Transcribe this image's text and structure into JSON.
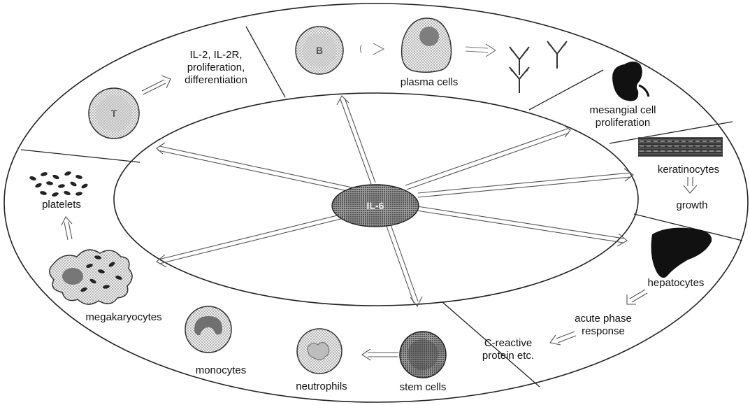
{
  "center": {
    "label": "IL-6"
  },
  "cells": {
    "t_cell": "T",
    "b_cell": "B"
  },
  "labels": {
    "t_cell_effects": [
      "IL-2, IL-2R,",
      "proliferation,",
      "differentiation"
    ],
    "plasma_cells": "plasma cells",
    "mesangial": [
      "mesangial cell",
      "proliferation"
    ],
    "keratinocytes": "keratinocytes",
    "growth": "growth",
    "hepatocytes": "hepatocytes",
    "acute_phase": [
      "acute phase",
      "response"
    ],
    "crp": [
      "C-reactive",
      "protein etc."
    ],
    "stem_cells": "stem cells",
    "neutrophils": "neutrophils",
    "monocytes": "monocytes",
    "megakaryocytes": "megakaryocytes",
    "platelets": "platelets"
  }
}
